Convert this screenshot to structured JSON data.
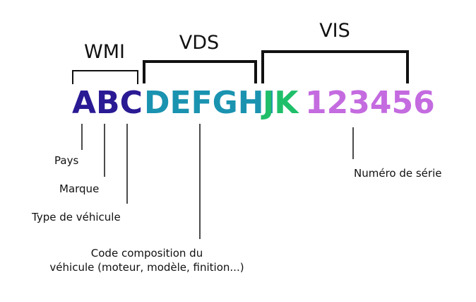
{
  "groups": {
    "wmi": "WMI",
    "vds": "VDS",
    "vis": "VIS"
  },
  "code": {
    "part1": "ABC",
    "part2": "DEFGHI",
    "part3": "JK",
    "part4": "123456"
  },
  "labels": {
    "pays": "Pays",
    "marque": "Marque",
    "type": "Type de véhicule",
    "composition_line1": "Code composition du",
    "composition_line2": "véhicule (moteur, modèle, finition...)",
    "serie": "Numéro de série"
  },
  "colors": {
    "part1": "#2a1a94",
    "part2": "#1a93b0",
    "part3": "#1fbf6a",
    "part4": "#c46be0",
    "lines": "#111111"
  }
}
